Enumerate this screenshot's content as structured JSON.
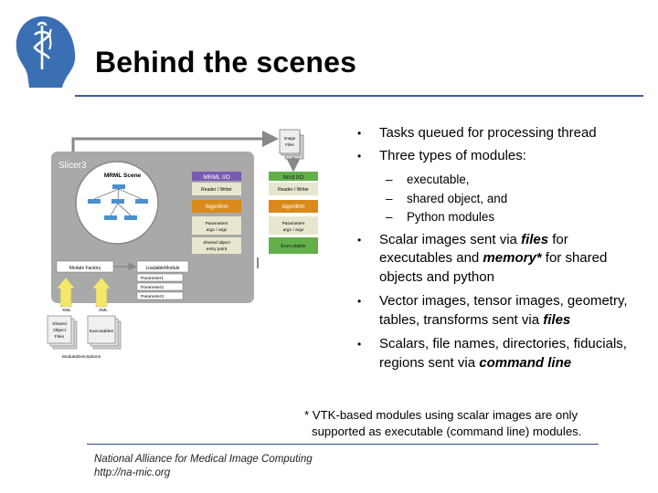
{
  "slide": {
    "title": "Behind the scenes",
    "bullets": {
      "b1": "Tasks queued for processing thread",
      "b2": "Three types of modules:",
      "sub": [
        "executable,",
        "shared object, and",
        "Python modules"
      ],
      "b3": {
        "p1": "Scalar images sent via ",
        "em1": "files",
        "p2": " for executables and ",
        "em2": "memory*",
        "p3": " for shared objects and python"
      },
      "b4": {
        "p1": "Vector images, tensor images, geometry, tables, transforms sent via ",
        "em1": "files"
      },
      "b5": {
        "p1": "Scalars, file names, directories, fiducials, regions sent via ",
        "em1": "command line"
      }
    },
    "footnote": {
      "line1": "* VTK-based modules using scalar images are only",
      "line2": "supported as executable (command line) modules."
    },
    "credit": {
      "line1": "National Alliance for Medical Image Computing",
      "line2": "http://na-mic.org"
    }
  },
  "diagram": {
    "app_label": "Slicer3",
    "mrml_scene": "MRML Scene",
    "image_files": [
      "Image",
      "Files"
    ],
    "mrml_io": "MRML I/O",
    "nrrd_io": "Nrrd I/O",
    "reader_writer": "Reader / Writer",
    "algorithm": "Algorithm",
    "params_left": [
      "Parameters",
      "argc / argv"
    ],
    "params_right": [
      "Parameters",
      "argc / argv"
    ],
    "shared_entry": [
      "Shared object",
      "entry point"
    ],
    "executable": "Executable",
    "module_factory": "Module Factory",
    "loadable_module": "LoadableModule",
    "parameters": [
      "Parameter1",
      "Parameter2",
      "Parameter3"
    ],
    "xml_left": "XML",
    "xml_right": "XML",
    "shared_object_files": [
      "Shared",
      "Object",
      "Files"
    ],
    "executables": "Executables",
    "module_descriptions": "ModuleDescriptions"
  },
  "colors": {
    "title_rule": "#3b5e9c",
    "io_header": "#7a5bb2",
    "algorithm": "#d98a1a",
    "params": "#e8e6cf",
    "executable_green": "#63b04a",
    "arrow_yellow": "#f3e867"
  }
}
